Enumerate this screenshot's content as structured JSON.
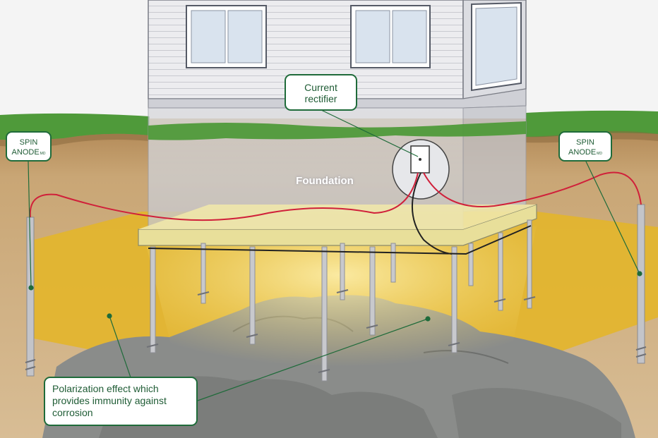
{
  "labels": {
    "current_rectifier": [
      "Current",
      "rectifier"
    ],
    "spin_anode_left": [
      "SPIN",
      "ANODE",
      "MD"
    ],
    "spin_anode_right": [
      "SPIN",
      "ANODE",
      "MD"
    ],
    "foundation": "Foundation",
    "polarization": [
      "Polarization effect which",
      "provides immunity against",
      "corrosion"
    ]
  },
  "colors": {
    "callout_border": "#1f6b3a",
    "callout_text": "#1f5c35",
    "wire_red": "#d0203a",
    "grass": "#4f9a3a",
    "soil": "#c9a675",
    "polarization_zone": "#e3b52c",
    "siding": "#e9e9ec",
    "rock": "#8a8c8a"
  },
  "icons": [
    "current-rectifier-box-icon",
    "spin-anode-rod-icon",
    "helical-pile-icon"
  ]
}
